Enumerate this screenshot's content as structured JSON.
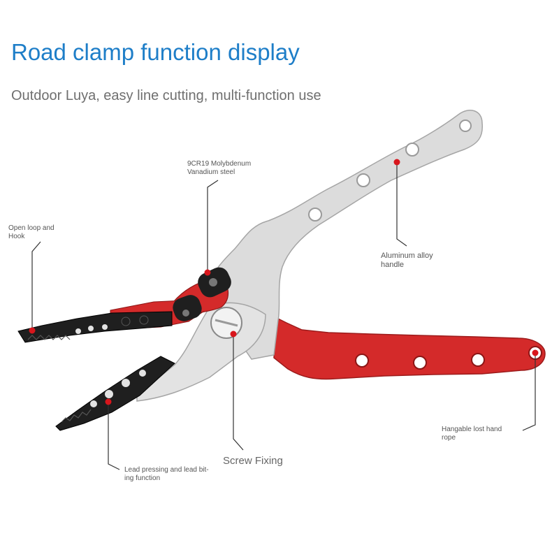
{
  "header": {
    "title": "Road clamp function display",
    "subtitle": "Outdoor Luya, easy line cutting, multi-function use"
  },
  "callouts": {
    "steel": [
      "9CR19 Molybdenum",
      "Vanadium steel"
    ],
    "open_loop": [
      "Open loop and",
      "Hook"
    ],
    "handle": [
      "Aluminum alloy",
      "handle"
    ],
    "rope": [
      "Hangable lost hand",
      "rope"
    ],
    "lead": [
      "Lead pressing and lead bit-",
      "ing function"
    ],
    "screw": "Screw Fixing"
  },
  "colors": {
    "title": "#1e7ec8",
    "handle_red": "#d42a2a",
    "handle_silver": "#dcdcdc",
    "jaw_black": "#1f1f1f",
    "marker_red": "#d8161c",
    "leader_line": "#333333"
  }
}
